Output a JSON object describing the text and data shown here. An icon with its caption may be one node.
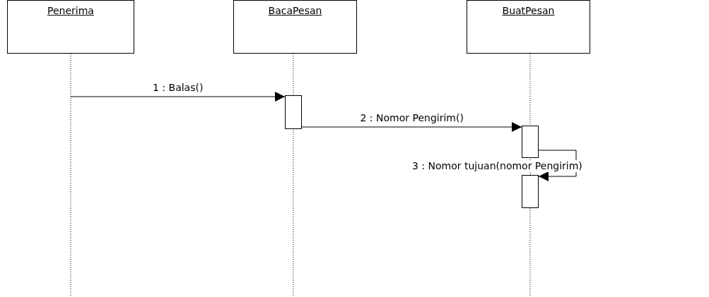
{
  "diagram": {
    "nodes": [
      {
        "text": [
          "Penerima"
        ]
      },
      {
        "text": [
          "BacaPesan"
        ]
      },
      {
        "text": [
          "BuatPesan"
        ]
      },
      {
        "text": [],
        "shape": "bar"
      },
      {
        "text": [],
        "shape": "bar"
      },
      {
        "text": [],
        "shape": "bar"
      }
    ],
    "edges": [
      {
        "from": 0,
        "to": 3,
        "arrow": "to",
        "label": "1 : Balas()"
      },
      {
        "from": 3,
        "to": 4,
        "arrow": "to",
        "label": "2 : Nomor Pengirim()"
      },
      {
        "from": 4,
        "to": 5,
        "arrow": "to",
        "label": "3 : Nomor tujuan(nomor Pengirim)"
      }
    ]
  }
}
